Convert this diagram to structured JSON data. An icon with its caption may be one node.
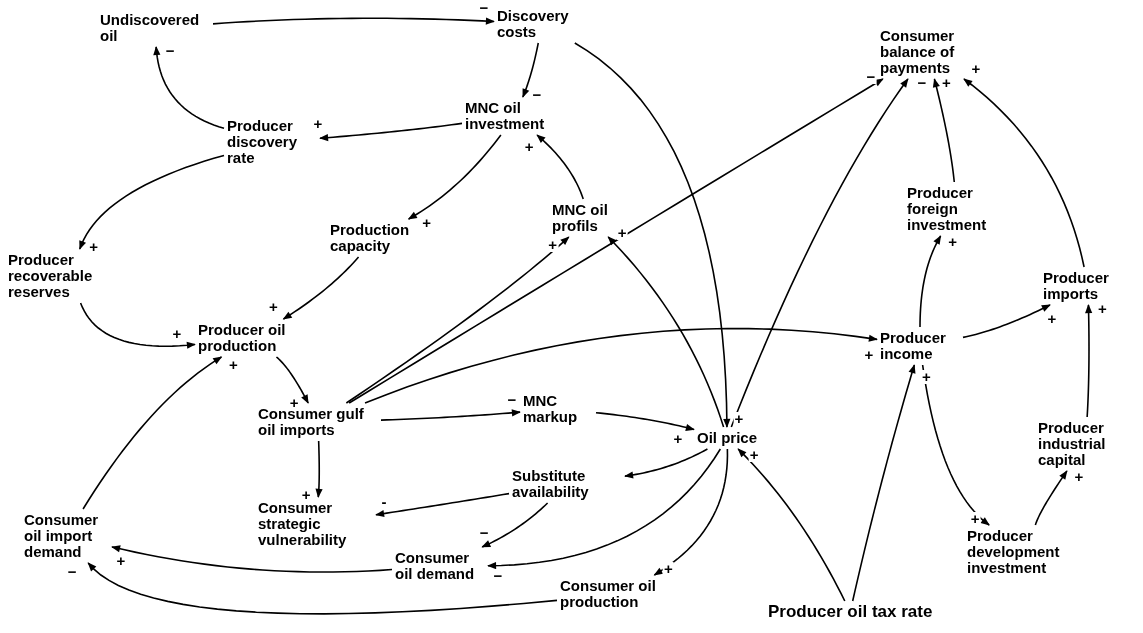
{
  "diagram": {
    "nodes": [
      {
        "text": [
          "Undiscovered oil"
        ]
      },
      {
        "text": [
          "Discovery costs"
        ]
      },
      {
        "text": [
          "MNC oil investment"
        ]
      },
      {
        "text": [
          "Producer discovery rate"
        ]
      },
      {
        "text": [
          "Production capacity"
        ]
      },
      {
        "text": [
          "MNC oil profils"
        ]
      },
      {
        "text": [
          "Producer recoverable reserves"
        ]
      },
      {
        "text": [
          "Producer oil production"
        ]
      },
      {
        "text": [
          "Consumer gulf oil imports"
        ]
      },
      {
        "text": [
          "MNC markup"
        ]
      },
      {
        "text": [
          "Oil price"
        ]
      },
      {
        "text": [
          "Substitute availability"
        ]
      },
      {
        "text": [
          "Consumer strategic vulnerability"
        ]
      },
      {
        "text": [
          "Consumer oil import demand"
        ]
      },
      {
        "text": [
          "Consumer oil demand"
        ]
      },
      {
        "text": [
          "Consumer oil production"
        ]
      },
      {
        "text": [
          "Consumer balance of payments"
        ]
      },
      {
        "text": [
          "Producer foreign investment"
        ]
      },
      {
        "text": [
          "Producer imports"
        ]
      },
      {
        "text": [
          "Producer income"
        ]
      },
      {
        "text": [
          "Producer industrial capital"
        ]
      },
      {
        "text": [
          "Producer development investment"
        ]
      },
      {
        "text": [
          "Producer oil tax rate"
        ]
      }
    ],
    "edges": [
      {
        "from": 0,
        "to": 1,
        "arrow": "to",
        "label": "−"
      },
      {
        "from": 1,
        "to": 2,
        "arrow": "to",
        "label": "−"
      },
      {
        "from": 1,
        "to": 10,
        "arrow": "to",
        "label": "+"
      },
      {
        "from": 2,
        "to": 3,
        "arrow": "to",
        "label": "+"
      },
      {
        "from": 3,
        "to": 0,
        "arrow": "to",
        "label": "−"
      },
      {
        "from": 3,
        "to": 6,
        "arrow": "to",
        "label": "+"
      },
      {
        "from": 2,
        "to": 4,
        "arrow": "to",
        "label": "+"
      },
      {
        "from": 5,
        "to": 2,
        "arrow": "to",
        "label": "+"
      },
      {
        "from": 4,
        "to": 7,
        "arrow": "to",
        "label": "+"
      },
      {
        "from": 6,
        "to": 7,
        "arrow": "to",
        "label": "+"
      },
      {
        "from": 13,
        "to": 7,
        "arrow": "to",
        "label": "+"
      },
      {
        "from": 7,
        "to": 8,
        "arrow": "to",
        "label": "+"
      },
      {
        "from": 8,
        "to": 12,
        "arrow": "to",
        "label": "+"
      },
      {
        "from": 8,
        "to": 5,
        "arrow": "to",
        "label": "+"
      },
      {
        "from": 8,
        "to": 16,
        "arrow": "to",
        "label": "−"
      },
      {
        "from": 8,
        "to": 19,
        "arrow": "to",
        "label": "+"
      },
      {
        "from": 8,
        "to": 9,
        "arrow": "to",
        "label": "−"
      },
      {
        "from": 9,
        "to": 10,
        "arrow": "to",
        "label": "+"
      },
      {
        "from": 10,
        "to": 11,
        "arrow": "to"
      },
      {
        "from": 11,
        "to": 12,
        "arrow": "to",
        "label": "-"
      },
      {
        "from": 11,
        "to": 14,
        "arrow": "to",
        "label": "−"
      },
      {
        "from": 10,
        "to": 14,
        "arrow": "to",
        "label": "−"
      },
      {
        "from": 10,
        "to": 15,
        "arrow": "to",
        "label": "+"
      },
      {
        "from": 14,
        "to": 13,
        "arrow": "to",
        "label": "+"
      },
      {
        "from": 15,
        "to": 13,
        "arrow": "to",
        "label": "−"
      },
      {
        "from": 22,
        "to": 10,
        "arrow": "to",
        "label": "+"
      },
      {
        "from": 22,
        "to": 19,
        "arrow": "to",
        "label": "+"
      },
      {
        "from": 19,
        "to": 17,
        "arrow": "to",
        "label": "+"
      },
      {
        "from": 17,
        "to": 16,
        "arrow": "to",
        "label": "+"
      },
      {
        "from": 18,
        "to": 16,
        "arrow": "to",
        "label": "+"
      },
      {
        "from": 19,
        "to": 18,
        "arrow": "to",
        "label": "+"
      },
      {
        "from": 19,
        "to": 21,
        "arrow": "to",
        "label": "+"
      },
      {
        "from": 21,
        "to": 20,
        "arrow": "to",
        "label": "+"
      },
      {
        "from": 20,
        "to": 18,
        "arrow": "to",
        "label": "+"
      },
      {
        "from": 10,
        "to": 5,
        "arrow": "to",
        "label": "+"
      },
      {
        "from": 10,
        "to": 16,
        "arrow": "to",
        "label": "−"
      }
    ]
  }
}
